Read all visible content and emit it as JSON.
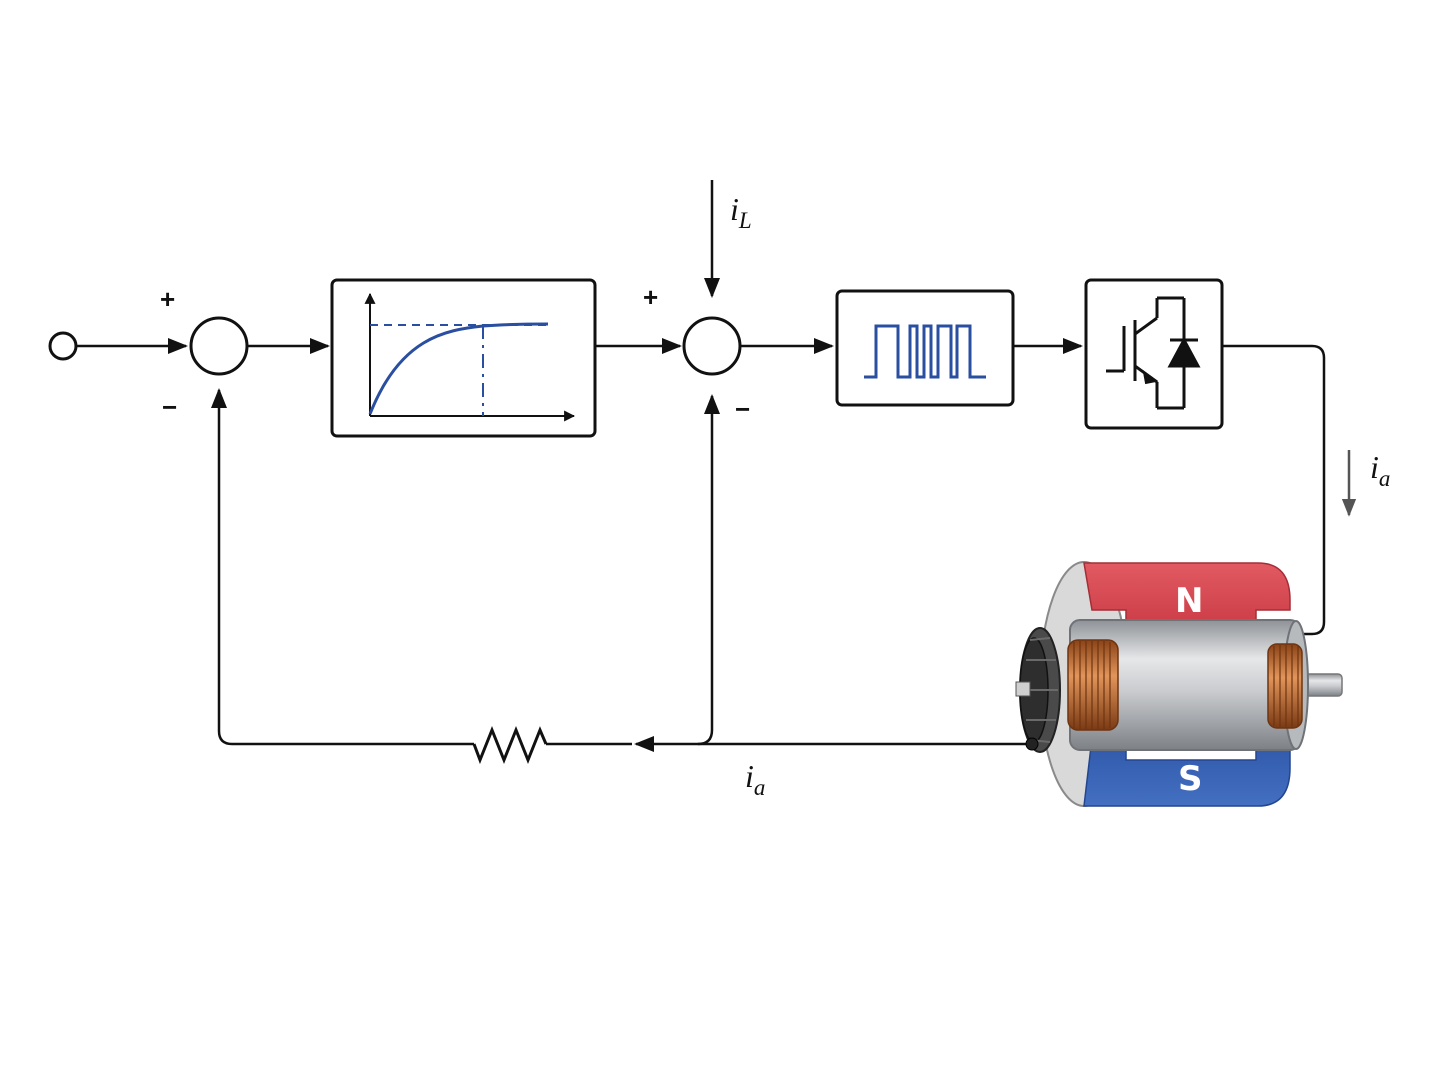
{
  "signs": {
    "sum1_plus": "+",
    "sum1_minus": "−",
    "sum2_plus": "+",
    "sum2_minus": "−"
  },
  "labels": {
    "load_current": {
      "base": "i",
      "sub": "L"
    },
    "armature_current_out": {
      "base": "i",
      "sub": "a"
    },
    "armature_current_feedback": {
      "base": "i",
      "sub": "a"
    }
  },
  "motor": {
    "north_pole": "N",
    "south_pole": "S"
  },
  "colors": {
    "line": "#111111",
    "curve_blue": "#2a4fa0",
    "north_red": "#d9454f",
    "south_blue": "#3a63b5",
    "copper": "#c46a2c",
    "steel": "#b9bcc0"
  },
  "icons": [
    "step-response-icon",
    "pwm-waveform-icon",
    "igbt-diode-icon",
    "resistor-icon",
    "dc-motor-icon"
  ]
}
